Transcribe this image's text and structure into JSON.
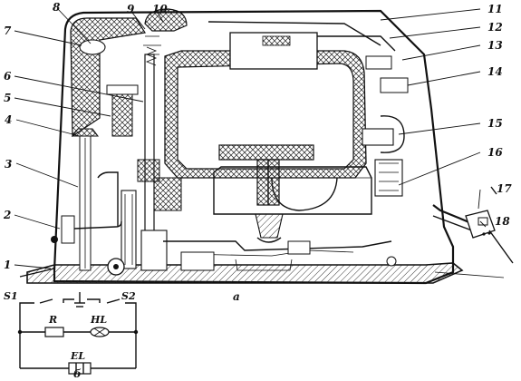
{
  "figure": {
    "panel_a_label": "а",
    "panel_b_label": "б",
    "callouts": [
      "1",
      "2",
      "3",
      "4",
      "5",
      "6",
      "7",
      "8",
      "9",
      "10",
      "11",
      "12",
      "13",
      "14",
      "15",
      "16",
      "17",
      "18"
    ]
  },
  "schematic": {
    "switch_1": "S1",
    "switch_2": "S2",
    "resistor": "R",
    "lamp": "HL",
    "heater": "EL"
  }
}
